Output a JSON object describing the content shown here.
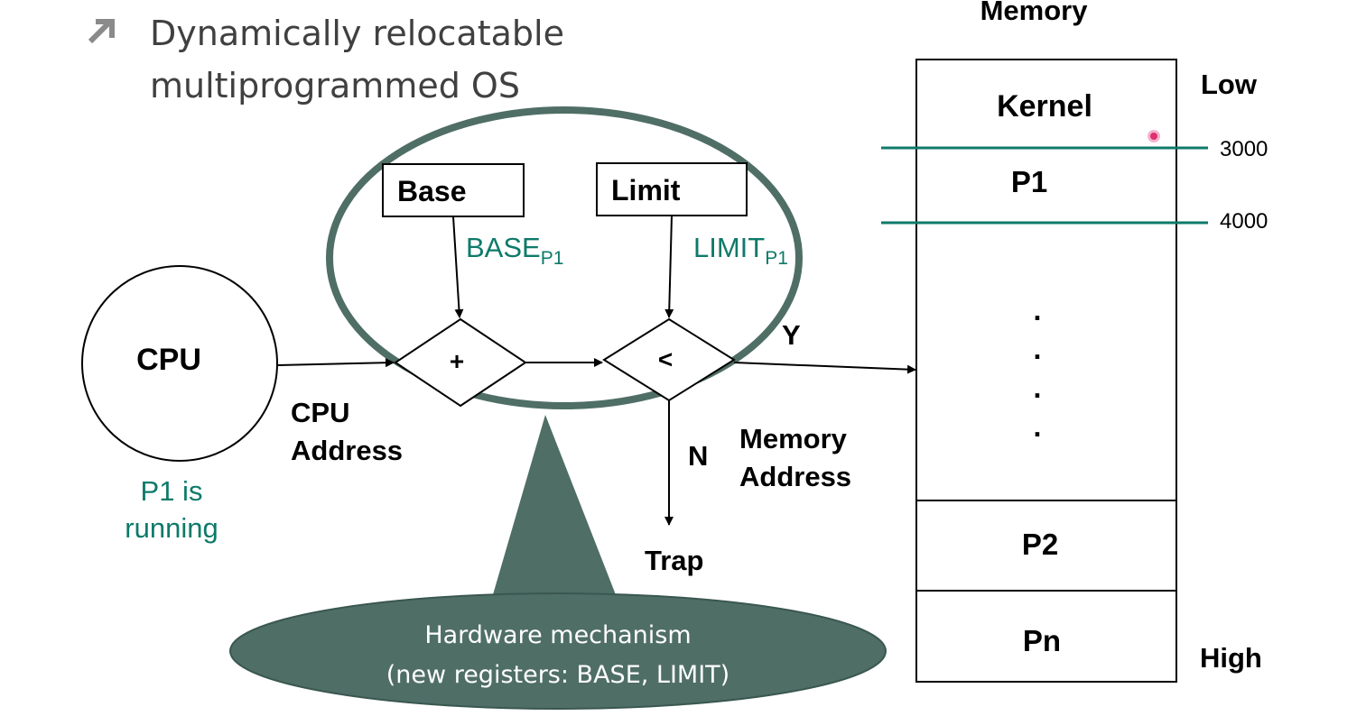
{
  "slide": {
    "bullet_line1": "Dynamically relocatable",
    "bullet_line2": "multiprogrammed OS"
  },
  "cpu": {
    "label": "CPU",
    "status_line1": "P1 is",
    "status_line2": "running",
    "address_line1": "CPU",
    "address_line2": "Address"
  },
  "registers": {
    "base_label": "Base",
    "base_value": "BASE",
    "base_sub": "P1",
    "limit_label": "Limit",
    "limit_value": "LIMIT",
    "limit_sub": "P1"
  },
  "operators": {
    "add": "+",
    "compare": "<"
  },
  "branches": {
    "yes": "Y",
    "no": "N",
    "trap": "Trap",
    "memory_address_line1": "Memory",
    "memory_address_line2": "Address"
  },
  "callout": {
    "line1": "Hardware mechanism",
    "line2": "(new registers: BASE, LIMIT)"
  },
  "memory": {
    "title": "Memory",
    "low": "Low",
    "high": "High",
    "addr_3000": "3000",
    "addr_4000": "4000",
    "kernel": "Kernel",
    "p1": "P1",
    "p2": "P2",
    "pn": "Pn",
    "dots": [
      ".",
      ".",
      ".",
      "."
    ]
  },
  "colors": {
    "teal": "#0e7a6a",
    "callout_fill": "#4f6e66",
    "bullet_gray": "#8a8a8a"
  }
}
